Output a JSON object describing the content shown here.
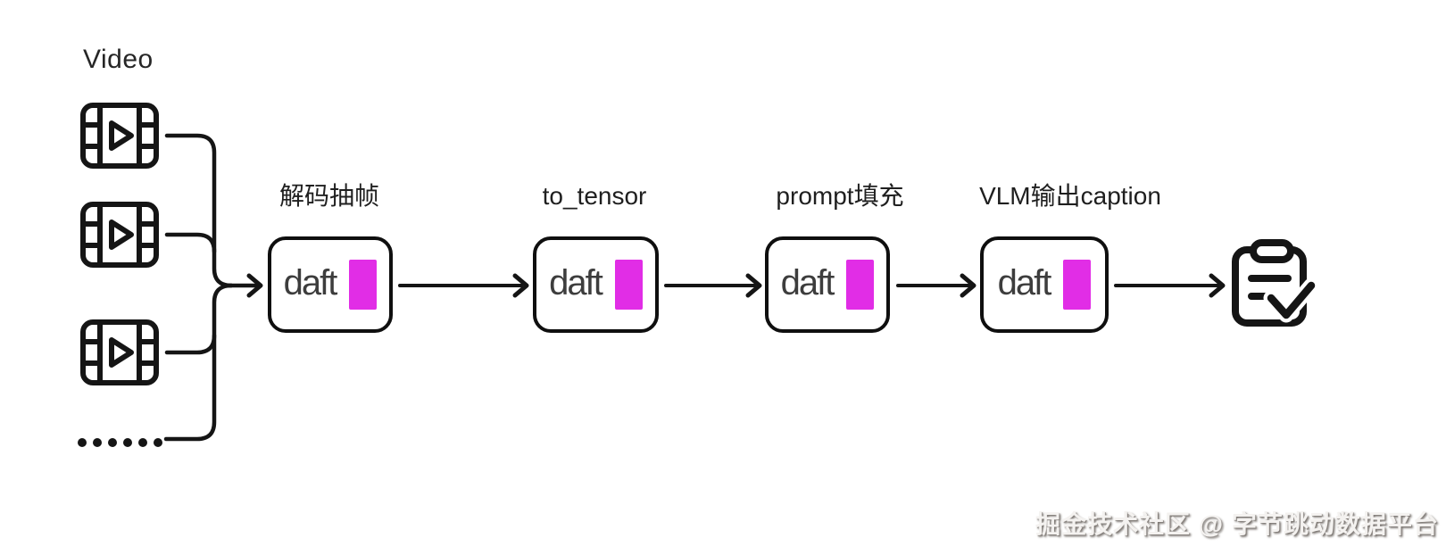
{
  "diagram": {
    "source": {
      "label": "Video",
      "item_icon": "film-play-icon",
      "item_count_visible": 3,
      "more_indicator": "......"
    },
    "steps": [
      {
        "label": "解码抽帧",
        "box_text": "daft"
      },
      {
        "label": "to_tensor",
        "box_text": "daft"
      },
      {
        "label": "prompt填充",
        "box_text": "daft"
      },
      {
        "label": "VLM输出caption",
        "box_text": "daft"
      }
    ],
    "output": {
      "icon": "clipboard-check-icon"
    },
    "flow": "left-to-right"
  },
  "icons": {
    "source_items": "film-play-icon",
    "more_items": "ellipsis-dots",
    "connectors": "arrow-right-icon",
    "result": "clipboard-check-icon"
  },
  "colors": {
    "daft_magenta": "#e12de6",
    "line_black": "#151515",
    "background": "#ffffff"
  },
  "watermark": {
    "text": "掘金技术社区 @ 字节跳动数据平台"
  }
}
